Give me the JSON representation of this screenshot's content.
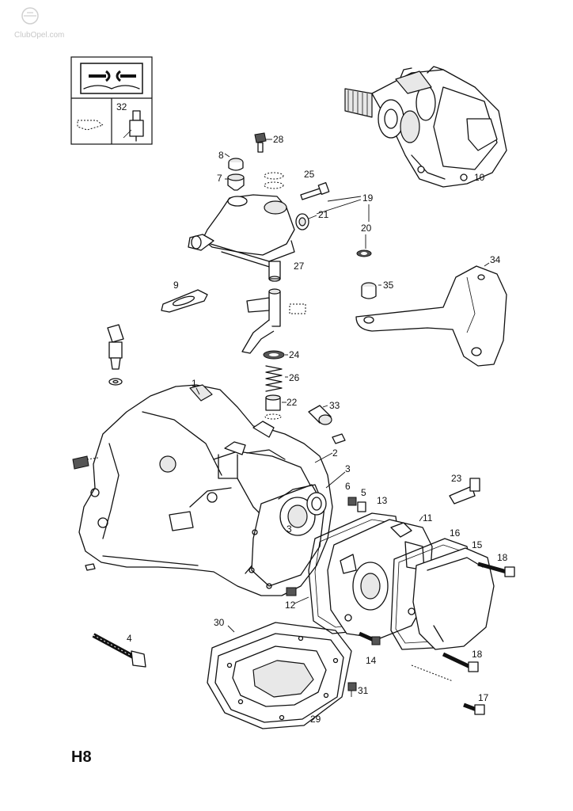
{
  "page_code": "H8",
  "watermark": "ClubOpel.com",
  "legend_box": {
    "ref_number": "32",
    "icon": "book-and-wrench-icon"
  },
  "callouts": [
    "1",
    "2",
    "3",
    "3",
    "4",
    "5",
    "6",
    "7",
    "8",
    "9",
    "10",
    "11",
    "12",
    "13",
    "14",
    "15",
    "16",
    "17",
    "18",
    "18",
    "19",
    "20",
    "21",
    "22",
    "23",
    "24",
    "25",
    "26",
    "27",
    "28",
    "29",
    "30",
    "31",
    "33",
    "34",
    "35"
  ]
}
